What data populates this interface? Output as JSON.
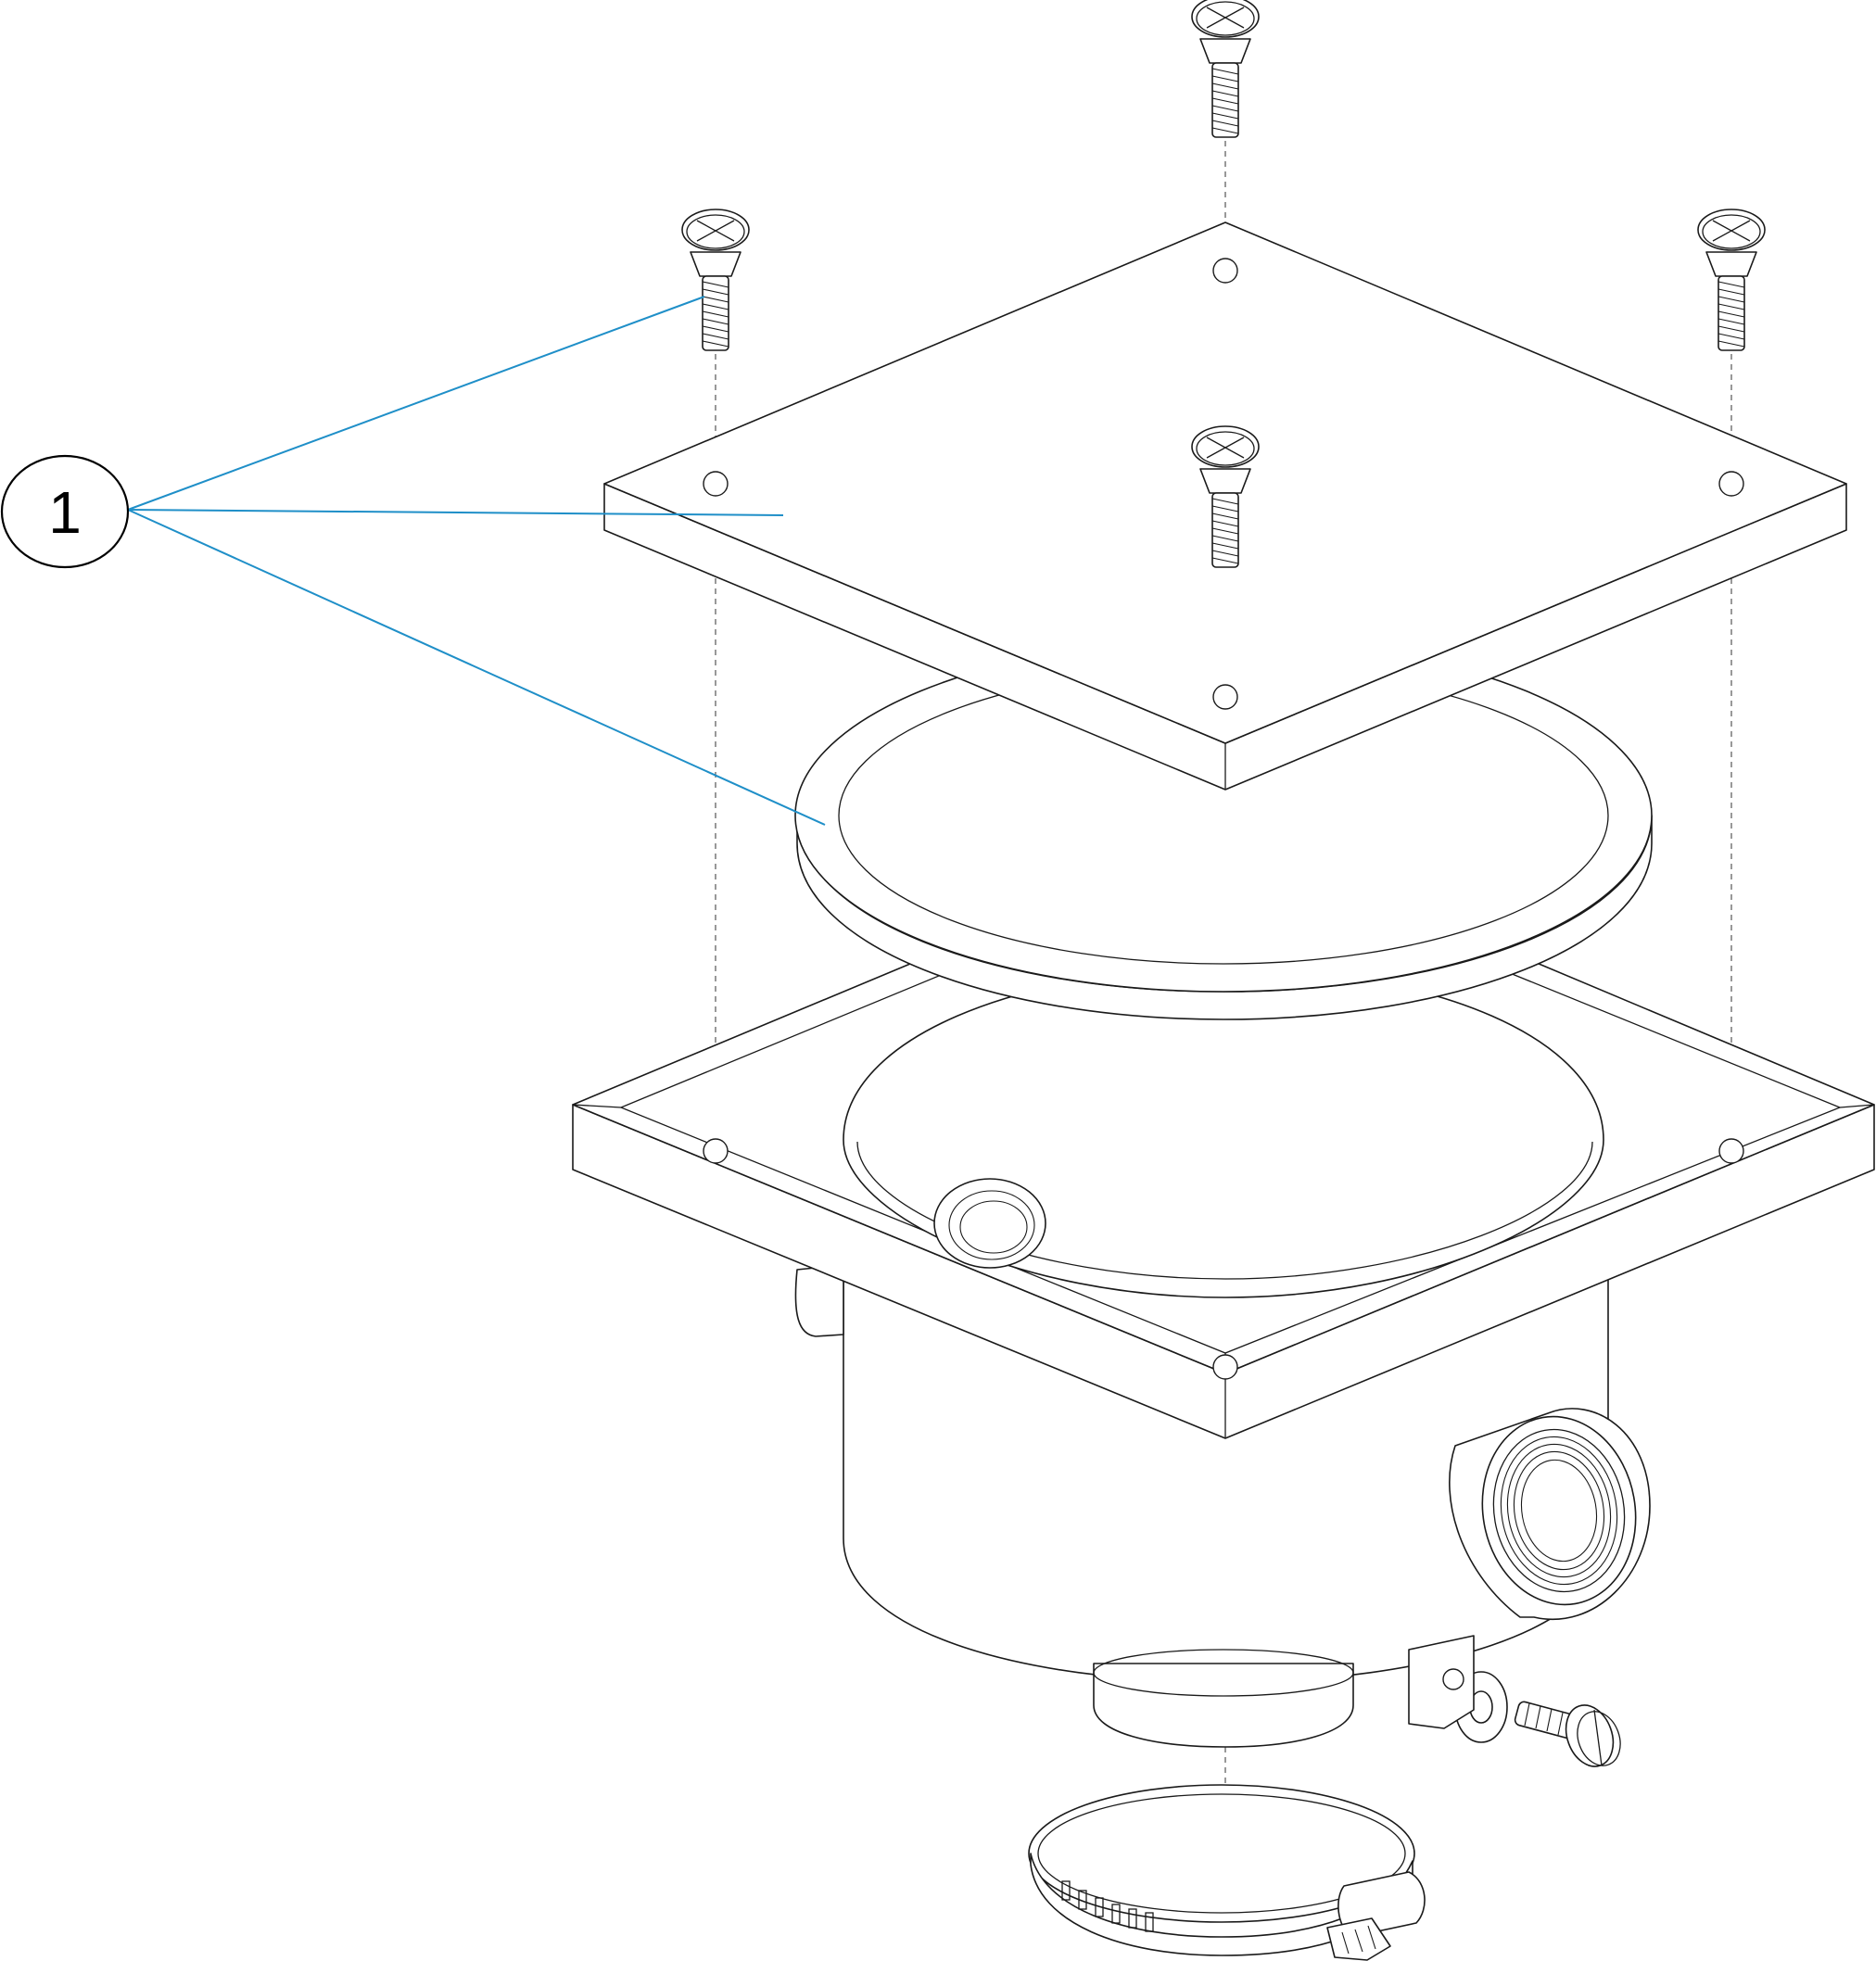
{
  "callouts": [
    {
      "label": "1",
      "color": "#1f8fc8"
    }
  ],
  "parts": [
    {
      "id": "screw",
      "icon": "countersunk-screw-icon",
      "count": 4
    },
    {
      "id": "cover-plate",
      "icon": "square-plate-icon"
    },
    {
      "id": "seal-ring",
      "icon": "ring-gasket-icon"
    },
    {
      "id": "body",
      "icon": "housing-body-icon"
    },
    {
      "id": "hose-clamp",
      "icon": "hose-clamp-icon"
    },
    {
      "id": "small-screw",
      "icon": "slotted-screw-icon"
    },
    {
      "id": "washer",
      "icon": "washer-icon"
    }
  ]
}
